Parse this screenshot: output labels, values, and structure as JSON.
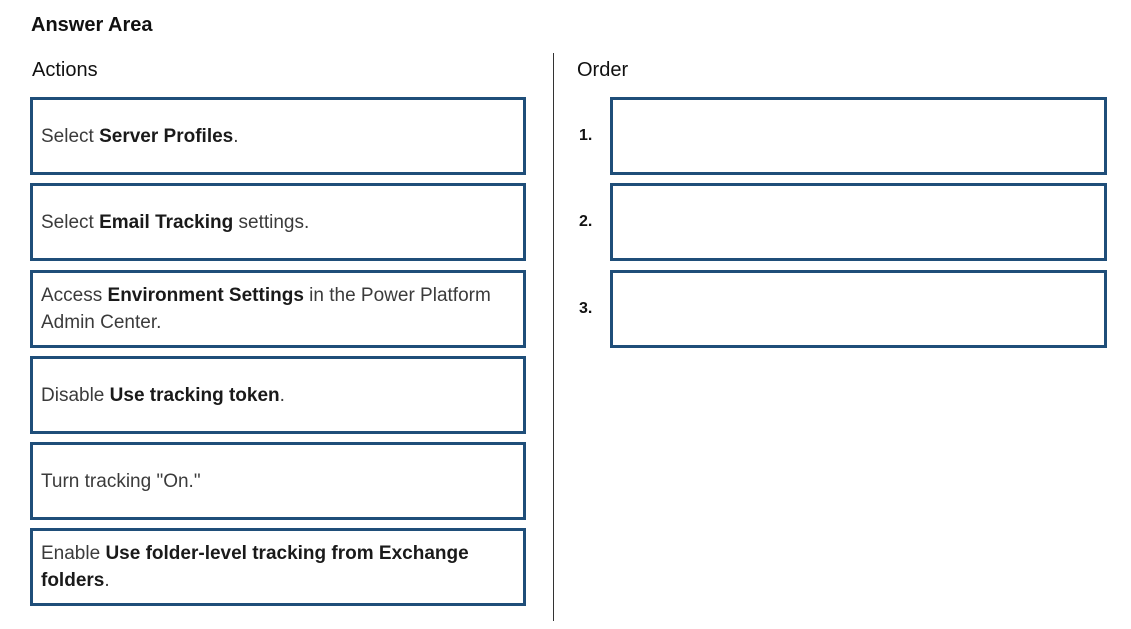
{
  "header": {
    "title": "Answer Area"
  },
  "columns": {
    "actions_label": "Actions",
    "order_label": "Order"
  },
  "actions": [
    {
      "pre": "Select ",
      "bold": "Server Profiles",
      "post": "."
    },
    {
      "pre": "Select ",
      "bold": "Email Tracking",
      "post": " settings."
    },
    {
      "pre": "Access ",
      "bold": "Environment Settings",
      "post": " in the Power Platform Admin Center."
    },
    {
      "pre": "Disable ",
      "bold": "Use tracking token",
      "post": "."
    },
    {
      "pre": "Turn tracking \"On.\"",
      "bold": "",
      "post": ""
    },
    {
      "pre": "Enable ",
      "bold": "Use folder-level tracking from Exchange folders",
      "post": "."
    }
  ],
  "order": [
    {
      "number": "1."
    },
    {
      "number": "2."
    },
    {
      "number": "3."
    }
  ],
  "colors": {
    "box_border": "#1f4e79"
  }
}
